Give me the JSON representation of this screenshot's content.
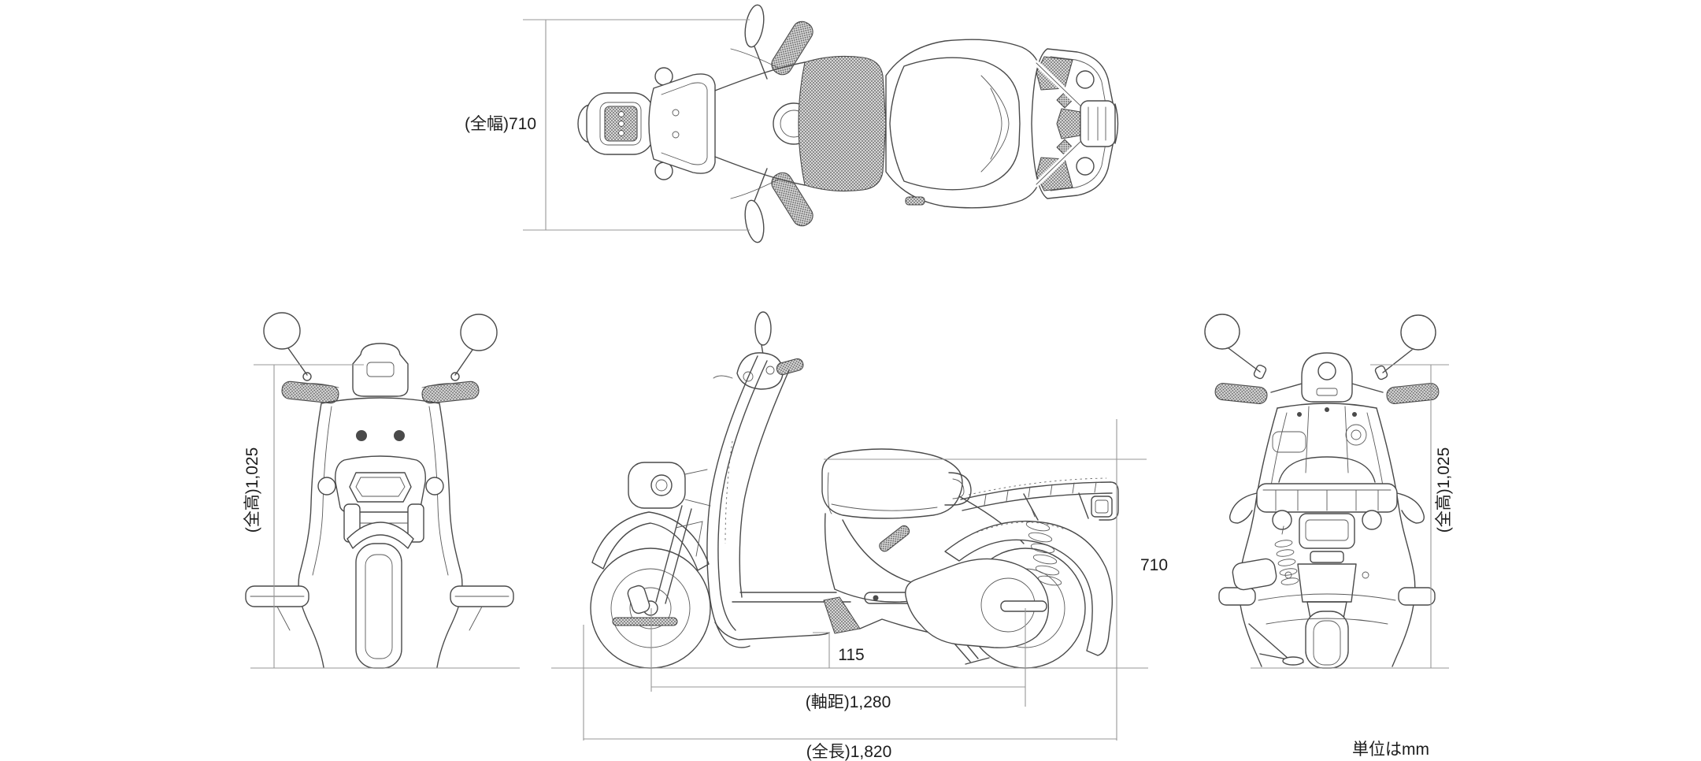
{
  "diagram": {
    "subject": "scooter-three-view-dimension-drawing",
    "unit_note": "単位はmm",
    "views": [
      {
        "id": "top-view",
        "label": "top view"
      },
      {
        "id": "front-view",
        "label": "front view"
      },
      {
        "id": "side-view",
        "label": "side view"
      },
      {
        "id": "rear-view",
        "label": "rear view"
      }
    ],
    "dimensions": {
      "overall_width": {
        "label": "(全幅)710",
        "value_mm": 710,
        "view": "top"
      },
      "overall_height_front": {
        "label": "(全高)1,025",
        "value_mm": 1025,
        "view": "front"
      },
      "overall_height_rear": {
        "label": "(全高)1,025",
        "value_mm": 1025,
        "view": "rear"
      },
      "seat_height": {
        "label": "710",
        "value_mm": 710,
        "view": "side"
      },
      "ground_clearance": {
        "label": "115",
        "value_mm": 115,
        "view": "side"
      },
      "wheelbase": {
        "label": "(軸距)1,280",
        "value_mm": 1280,
        "view": "side"
      },
      "overall_length": {
        "label": "(全長)1,820",
        "value_mm": 1820,
        "view": "side"
      }
    },
    "colors": {
      "background": "#ffffff",
      "drawing_line": "#4a4a4a",
      "dimension_line": "#979797",
      "text": "#1c1c1c",
      "texture_fill": "#6b6b6b"
    }
  }
}
